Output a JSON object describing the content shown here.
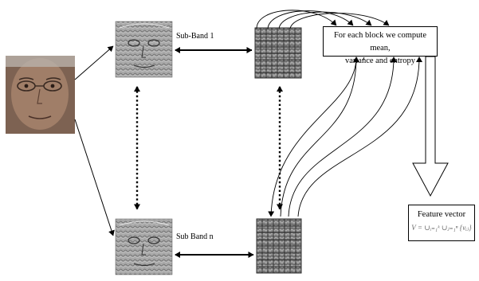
{
  "diagram": {
    "subband_top_label": "Sub-Band 1",
    "subband_bottom_label": "Sub Band n",
    "stats_box_lines": [
      "For each block we compute mean,",
      "variance and entropy"
    ],
    "feature_box_title": "Feature vector",
    "feature_box_formula": "V = ∪ᵢ₌₁ᵏ ∪ⱼ₌₁ⁿ {vᵢⱼ}"
  },
  "colors": {
    "line": "#000000",
    "face_bg": "#8a6f5e",
    "subband_bg": "#a6a6a6",
    "grid_bg": "#8c8c8c",
    "grid_line": "#2e2e2e"
  },
  "icons": [
    "face-photo",
    "subband-image",
    "block-grid-image",
    "double-arrow",
    "dotted-double-arrow",
    "hollow-down-arrow"
  ]
}
